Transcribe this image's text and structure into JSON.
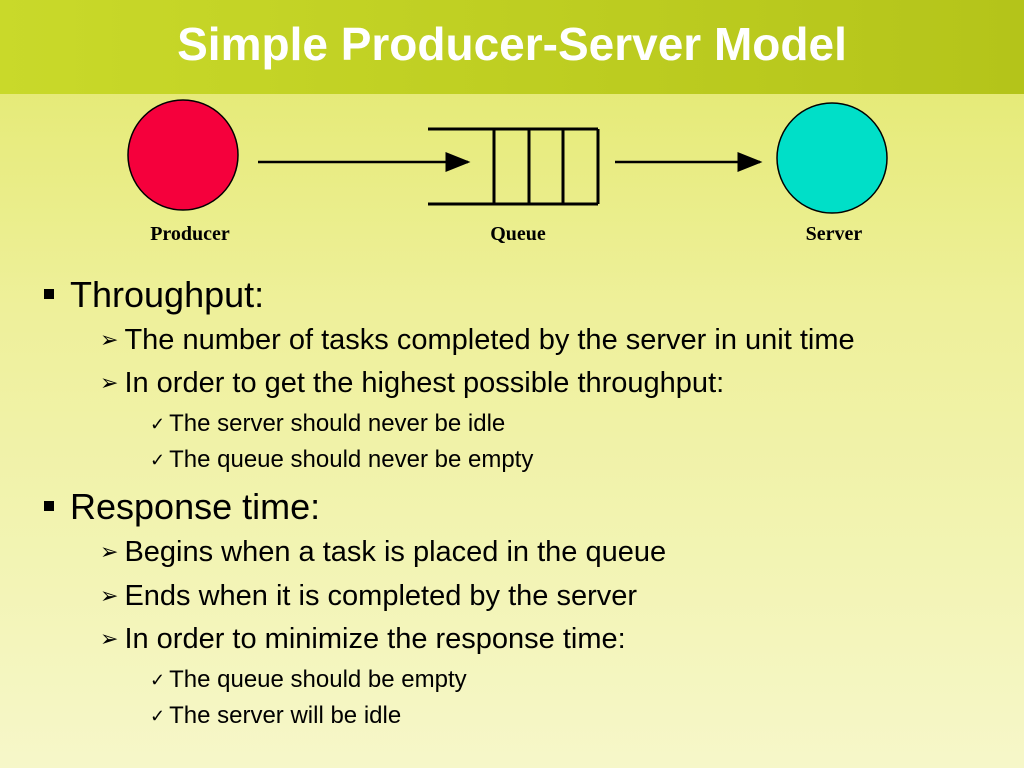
{
  "slide": {
    "title": "Simple Producer-Server Model"
  },
  "diagram": {
    "producer_label": "Producer",
    "queue_label": "Queue",
    "server_label": "Server",
    "colors": {
      "producer": "#f5003c",
      "server": "#00dfc8"
    }
  },
  "bullets": {
    "throughput": {
      "heading": "Throughput:",
      "items": [
        "The number of tasks completed by the server in unit time",
        "In order to get the highest possible throughput:"
      ],
      "subitems": [
        "The server should never be idle",
        "The queue should never be empty"
      ]
    },
    "response": {
      "heading": "Response time:",
      "items": [
        "Begins when a task is placed in the queue",
        "Ends when it is completed by the server",
        "In order to minimize the response time:"
      ],
      "subitems": [
        "The queue should be empty",
        "The server will be idle"
      ]
    }
  }
}
